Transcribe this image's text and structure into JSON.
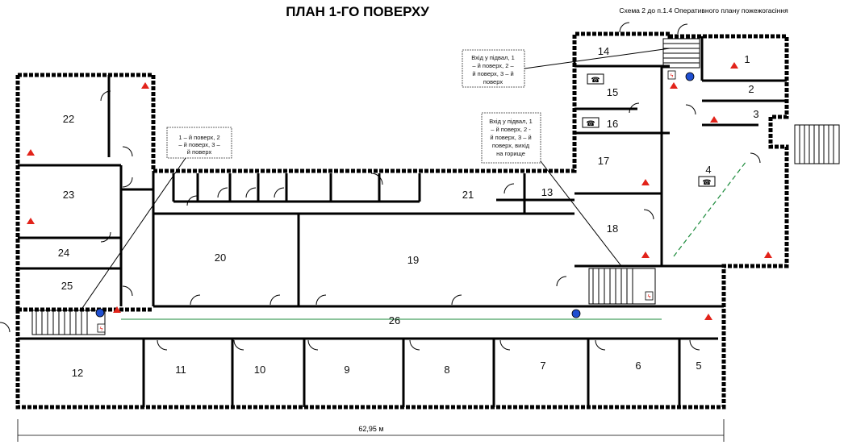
{
  "title": "ПЛАН 1-ГО ПОВЕРХУ",
  "subtitle": "Схема 2 до п.1.4 Оперативного плану пожежогасіння",
  "dimension_label": "62,95 м",
  "callouts": {
    "left_lines": [
      "1 – й поверх, 2",
      "– й поверх, 3 –",
      "й поверх"
    ],
    "top_lines": [
      "Вхід у підвал, 1",
      "– й поверх, 2 –",
      "й поверх, 3 – й",
      "поверх"
    ],
    "mid_lines": [
      "Вхід у підвал, 1",
      "– й поверх, 2 -",
      "й поверх, 3 – й",
      "поверх, вихід",
      "на горище"
    ]
  },
  "rooms": [
    {
      "id": "r1",
      "label": "1"
    },
    {
      "id": "r2",
      "label": "2"
    },
    {
      "id": "r3",
      "label": "3"
    },
    {
      "id": "r4",
      "label": "4"
    },
    {
      "id": "r5",
      "label": "5"
    },
    {
      "id": "r6",
      "label": "6"
    },
    {
      "id": "r7",
      "label": "7"
    },
    {
      "id": "r8",
      "label": "8"
    },
    {
      "id": "r9",
      "label": "9"
    },
    {
      "id": "r10",
      "label": "10"
    },
    {
      "id": "r11",
      "label": "11"
    },
    {
      "id": "r12",
      "label": "12"
    },
    {
      "id": "r13",
      "label": "13"
    },
    {
      "id": "r14",
      "label": "14"
    },
    {
      "id": "r15",
      "label": "15"
    },
    {
      "id": "r16",
      "label": "16"
    },
    {
      "id": "r17",
      "label": "17"
    },
    {
      "id": "r18",
      "label": "18"
    },
    {
      "id": "r19",
      "label": "19"
    },
    {
      "id": "r20",
      "label": "20"
    },
    {
      "id": "r21",
      "label": "21"
    },
    {
      "id": "r22",
      "label": "22"
    },
    {
      "id": "r23",
      "label": "23"
    },
    {
      "id": "r24",
      "label": "24"
    },
    {
      "id": "r25",
      "label": "25"
    },
    {
      "id": "r26",
      "label": "26"
    }
  ],
  "colors": {
    "wall": "#000000",
    "fire_symbol": "#e2231a",
    "hydrant": "#1f4fd1",
    "evac_route": "#1a8a3a"
  },
  "icons": [
    "phone-icon",
    "fire-extinguisher-icon",
    "fire-hydrant-icon",
    "fire-alarm-icon",
    "staircase-icon",
    "door-icon"
  ]
}
